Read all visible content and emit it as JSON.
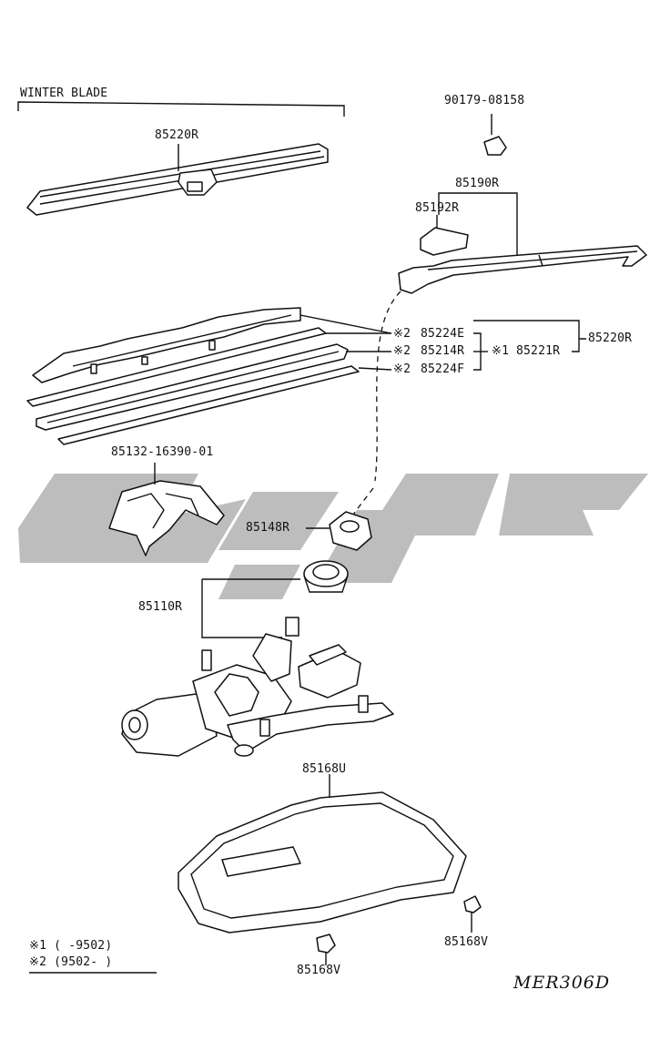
{
  "title": "WINTER BLADE",
  "parts": {
    "p_90179": "90179-08158",
    "p_85220R_top": "85220R",
    "p_85190R": "85190R",
    "p_85192R": "85192R",
    "p_85224E": "85224E",
    "p_85214R": "85214R",
    "p_85224F": "85224F",
    "p_85220R_right": "85220R",
    "p_85221R": "85221R",
    "p_85132": "85132-16390-01",
    "p_85148R": "85148R",
    "p_85110R": "85110R",
    "p_85168U": "85168U",
    "p_85168V_a": "85168V",
    "p_85168V_b": "85168V"
  },
  "marks": {
    "star2_a": "※2",
    "star2_b": "※2",
    "star2_c": "※2",
    "star1": "※1"
  },
  "notes": {
    "note1": "※1 (     -9502)",
    "note2": "※2 (9502-      )"
  },
  "code": "MER306D",
  "watermark_color": "#bdbdbd"
}
